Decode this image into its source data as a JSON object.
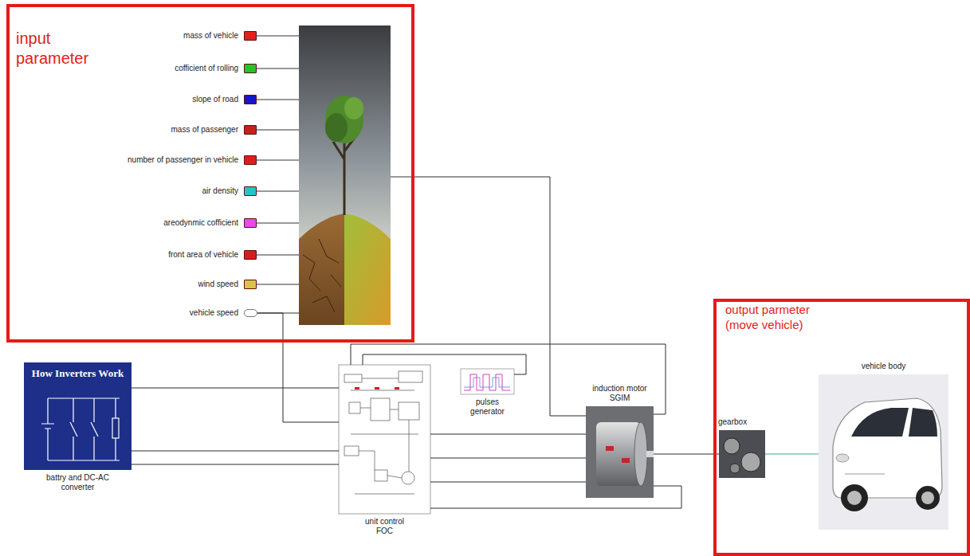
{
  "diagram": {
    "nodes": [
      {
        "text": [
          "input parameter"
        ]
      },
      {
        "text": [
          "mass of vehicle"
        ],
        "in": 0
      },
      {
        "text": [
          "cofficient of rolling"
        ],
        "in": 0
      },
      {
        "text": [
          "slope of road"
        ],
        "in": 0
      },
      {
        "text": [
          "mass of passenger"
        ],
        "in": 0
      },
      {
        "text": [
          "number of passenger in vehicle"
        ],
        "in": 0
      },
      {
        "text": [
          "air density"
        ],
        "in": 0
      },
      {
        "text": [
          "areodynmic cofficient"
        ],
        "in": 0
      },
      {
        "text": [
          "front area of vehicle"
        ],
        "in": 0
      },
      {
        "text": [
          "wind speed"
        ],
        "in": 0
      },
      {
        "text": [
          "vehicle speed"
        ],
        "in": 0
      },
      {
        "text": [
          "How Inverters Work",
          "battry and DC-AC converter"
        ]
      },
      {
        "text": [
          "pulses generator"
        ]
      },
      {
        "text": [
          "unit control FOC"
        ]
      },
      {
        "text": [
          "induction motor SGIM"
        ]
      },
      {
        "text": [
          "output parmeter (move vehicle)"
        ]
      },
      {
        "text": [
          "gearbox"
        ],
        "in": 15
      },
      {
        "text": [
          "vehicle body"
        ],
        "in": 15
      }
    ],
    "edges": [
      {
        "from": 10,
        "to": 13,
        "arrow": "none"
      },
      {
        "from": 0,
        "to": 14,
        "arrow": "none"
      },
      {
        "from": 11,
        "to": 13,
        "arrow": "none"
      },
      {
        "from": 11,
        "to": 13,
        "arrow": "none"
      },
      {
        "from": 11,
        "to": 13,
        "arrow": "none"
      },
      {
        "from": 12,
        "to": 13,
        "arrow": "none"
      },
      {
        "from": 14,
        "to": 13,
        "arrow": "none"
      },
      {
        "from": 13,
        "to": 14,
        "arrow": "none"
      },
      {
        "from": 13,
        "to": 14,
        "arrow": "none"
      },
      {
        "from": 13,
        "to": 14,
        "arrow": "none"
      },
      {
        "from": 14,
        "to": 13,
        "arrow": "none"
      },
      {
        "from": 14,
        "to": 16,
        "arrow": "none"
      },
      {
        "from": 16,
        "to": 17,
        "arrow": "none"
      }
    ]
  }
}
